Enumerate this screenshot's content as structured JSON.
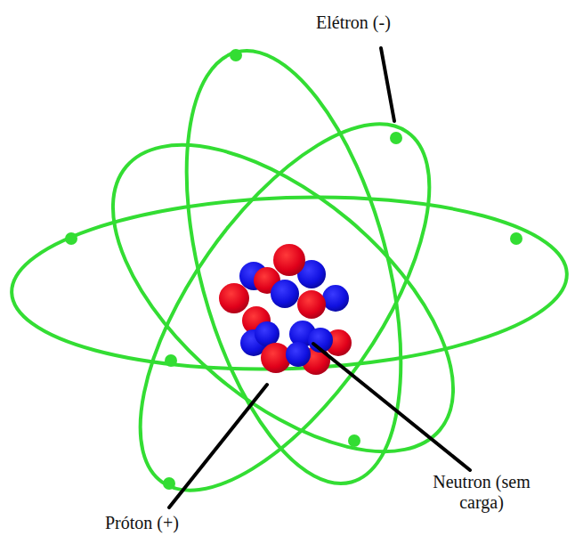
{
  "diagram": {
    "labels": [
      "Elétron (-)",
      "Próton (+)",
      "Neutron (sem carga)"
    ]
  }
}
